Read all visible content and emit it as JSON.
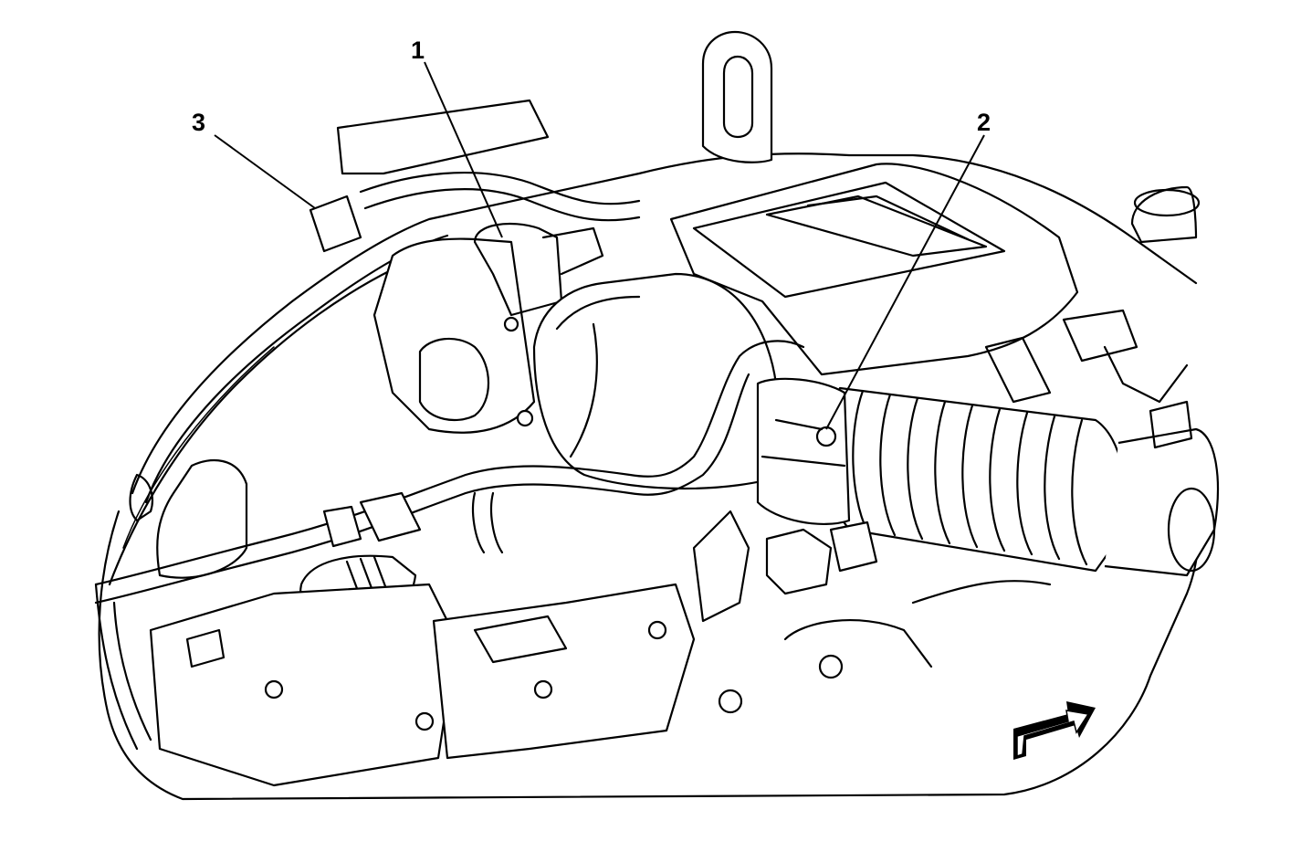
{
  "callouts": [
    {
      "id": "1",
      "label": "1"
    },
    {
      "id": "2",
      "label": "2"
    },
    {
      "id": "3",
      "label": "3"
    }
  ],
  "colors": {
    "line": "#000000",
    "background": "#ffffff"
  },
  "icons": {
    "orientation_arrow": "front-direction-arrow-icon"
  }
}
